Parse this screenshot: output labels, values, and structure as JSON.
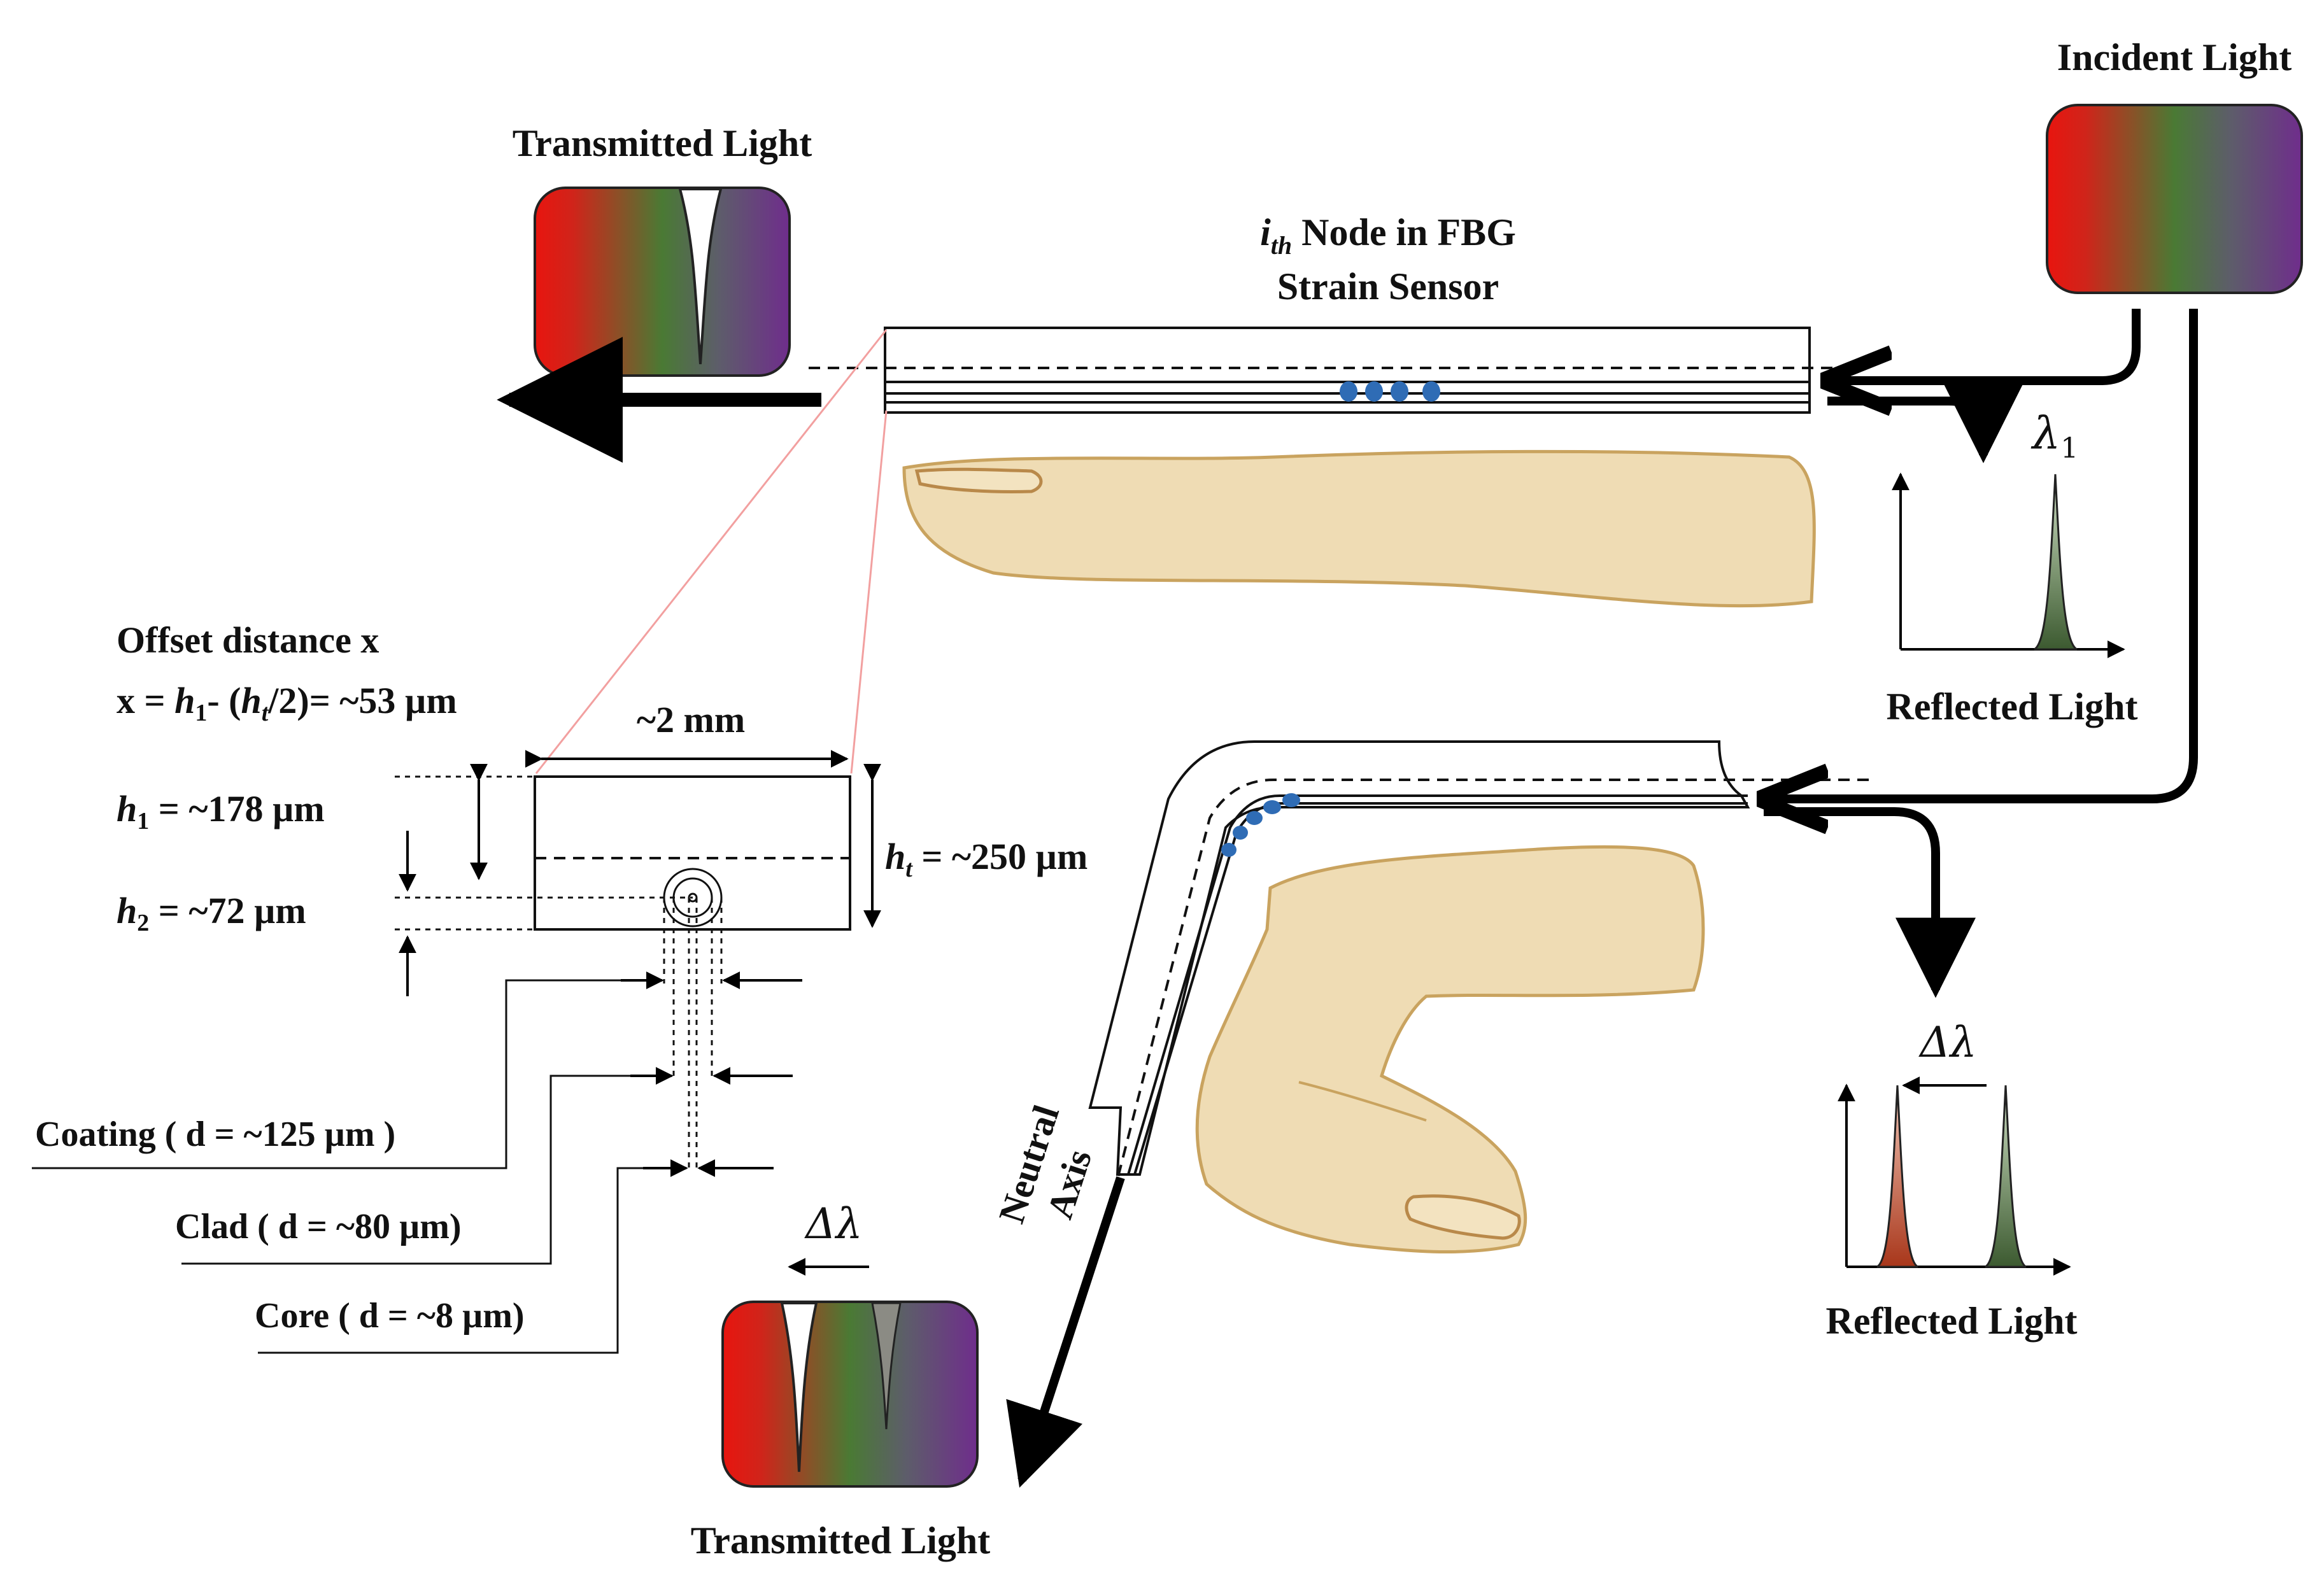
{
  "labels": {
    "incident_light": "Incident Light",
    "transmitted_light_top": "Transmitted Light",
    "transmitted_light_bottom": "Transmitted Light",
    "node_title_var": "i",
    "node_title_sub": "th",
    "node_title_rest": " Node in FBG",
    "node_title_line2": "Strain Sensor",
    "reflected_light_top": "Reflected Light",
    "reflected_light_bottom": "Reflected Light",
    "lambda1_sym": "λ",
    "lambda1_sub": "1",
    "delta_lambda_right": "Δλ",
    "delta_lambda_bottom": "Δλ",
    "neutral_axis_line1": "Neutral",
    "neutral_axis_line2": "Axis",
    "offset_title": "Offset distance x",
    "offset_eq_prefix": "x = ",
    "offset_eq_h1": "h",
    "offset_eq_h1_sub": "1",
    "offset_eq_mid": "- (",
    "offset_eq_ht": "h",
    "offset_eq_ht_sub": "t",
    "offset_eq_suffix": "/2)= ~53 µm",
    "width_label": "~2 mm",
    "h1_var": "h",
    "h1_sub": "1",
    "h1_val": " = ~178 µm",
    "h2_var": "h",
    "h2_sub": "2",
    "h2_val": " = ~72 µm",
    "ht_var": "h",
    "ht_sub": "t",
    "ht_val": " = ~250 µm",
    "coating": "Coating ( d = ~125 µm )",
    "clad": "Clad ( d = ~80 µm)",
    "core": "Core ( d = ~8 µm)"
  },
  "colors": {
    "spectrum_red": "#e8150f",
    "spectrum_green": "#4a7a34",
    "spectrum_purple": "#6f2d8c",
    "finger_fill": "#efdcb4",
    "finger_stroke": "#c9a35f",
    "grating_blue": "#2f6cb5",
    "zoom_line": "#f2a0a0",
    "peak_green": "#4a6b3c",
    "peak_red": "#b8401f"
  }
}
